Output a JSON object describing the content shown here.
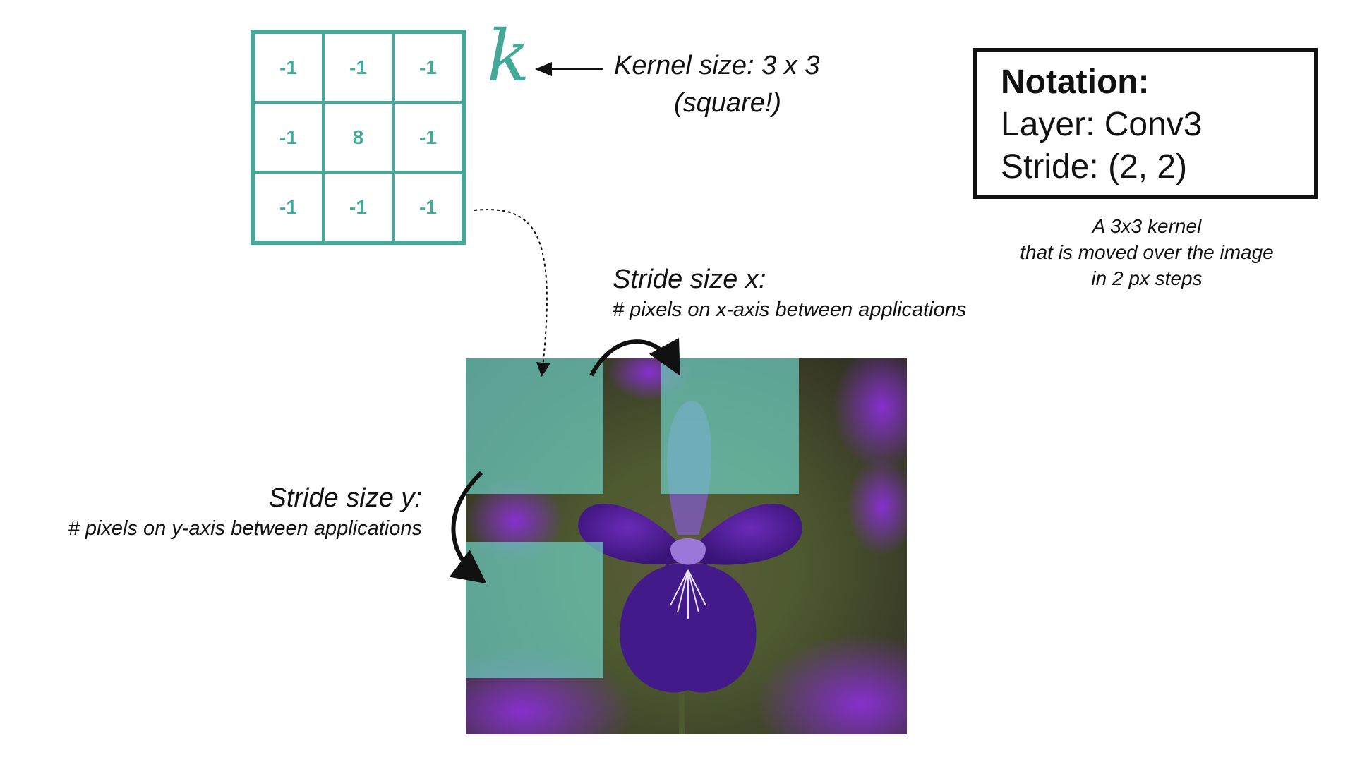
{
  "kernel": {
    "cells": [
      "-1",
      "-1",
      "-1",
      "-1",
      "8",
      "-1",
      "-1",
      "-1",
      "-1"
    ],
    "symbol": "k",
    "label_line1": "Kernel size: 3 x 3",
    "label_line2": "(square!)"
  },
  "stride_x": {
    "title": "Stride size x:",
    "description": "# pixels on x-axis between applications"
  },
  "stride_y": {
    "title": "Stride size y:",
    "description": "# pixels on y-axis between applications"
  },
  "notation": {
    "title": "Notation:",
    "layer": "Layer: Conv3",
    "stride": "Stride: (2, 2)"
  },
  "caption": {
    "line1": "A 3x3 kernel",
    "line2": "that is moved over the image",
    "line3": "in 2 px steps"
  },
  "colors": {
    "accent": "#45a99a",
    "kernel_overlay": "#6ecdc0",
    "petal": "#4b1a8f",
    "bloom": "#8a2fd6"
  }
}
